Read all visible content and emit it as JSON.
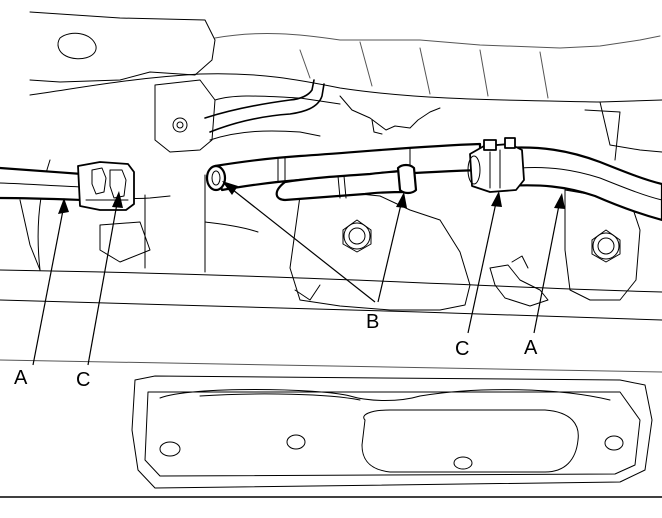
{
  "diagram": {
    "labels": {
      "A_left": "A",
      "C_left": "C",
      "B": "B",
      "C_right": "C",
      "A_right": "A"
    }
  }
}
